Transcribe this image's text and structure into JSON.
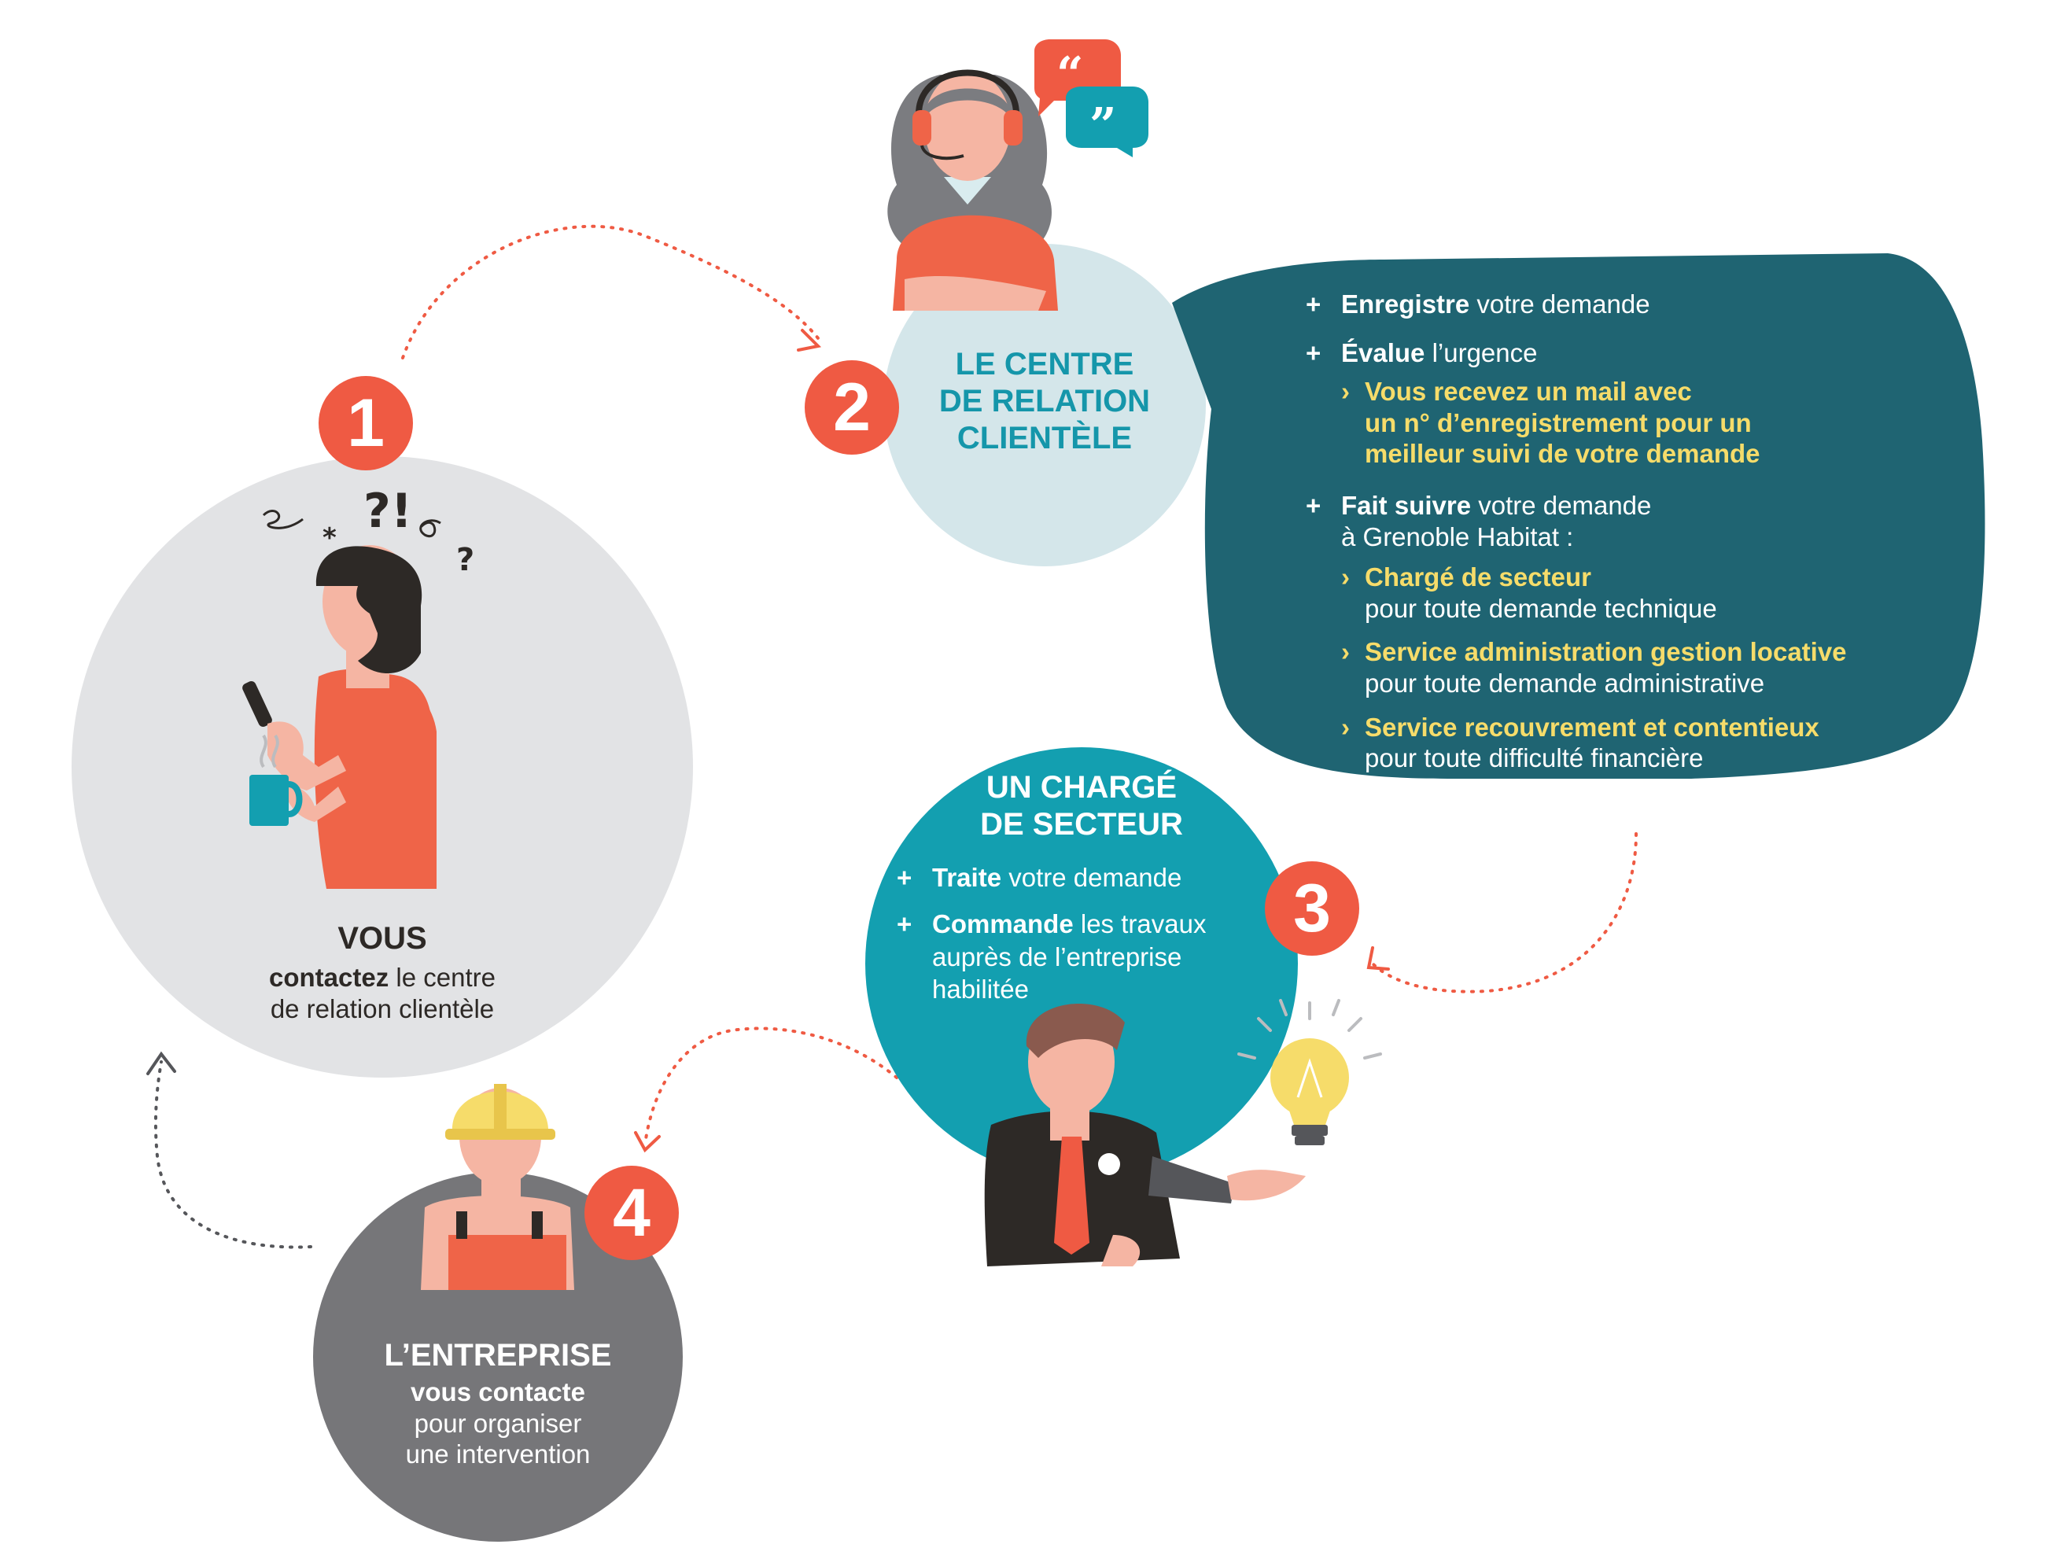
{
  "colors": {
    "orange": "#ef5a43",
    "teal_light": "#d4e6ea",
    "teal": "#139fb0",
    "teal_dark": "#1f6472",
    "grey_light": "#e2e3e5",
    "grey_dark": "#767679",
    "yellow": "#f6dc6a",
    "title_teal": "#1596aa"
  },
  "step1": {
    "number": "1",
    "title": "VOUS",
    "line1_bold": "contactez",
    "line1_rest": " le centre",
    "line2": "de relation clientèle",
    "icon": "person-with-phone-and-mug-icon"
  },
  "step2": {
    "number": "2",
    "title_lines": [
      "LE CENTRE",
      "DE RELATION",
      "CLIENTÈLE"
    ],
    "icon": "call-center-agent-icon",
    "bubble": {
      "items": [
        {
          "bold": "Enregistre",
          "rest": " votre demande"
        },
        {
          "bold": "Évalue",
          "rest": " l’urgence",
          "subs": [
            {
              "yellow": [
                "Vous recevez un mail avec",
                "un n° d’enregistrement pour un",
                "meilleur suivi de votre demande"
              ]
            }
          ]
        },
        {
          "bold": "Fait suivre",
          "rest": " votre demande",
          "rest2": "à Grenoble Habitat :",
          "subs": [
            {
              "yellow": [
                "Chargé de secteur"
              ],
              "plain": "pour toute demande technique"
            },
            {
              "yellow": [
                "Service administration gestion locative"
              ],
              "plain": "pour toute demande administrative"
            },
            {
              "yellow": [
                "Service recouvrement et contentieux"
              ],
              "plain": "pour toute difficulté financière"
            }
          ]
        }
      ]
    }
  },
  "step3": {
    "number": "3",
    "title_lines": [
      "UN CHARGÉ",
      "DE SECTEUR"
    ],
    "item1_bold": "Traite",
    "item1_rest": " votre demande",
    "item2_bold": "Commande",
    "item2_rest": " les travaux",
    "item2_line2": "auprès de l’entreprise",
    "item2_line3": "habilitée",
    "icon": "sector-manager-with-lightbulb-icon"
  },
  "step4": {
    "number": "4",
    "title": "L’ENTREPRISE",
    "line1": "vous contacte",
    "line2": "pour organiser",
    "line3": "une intervention",
    "icon": "construction-worker-icon"
  },
  "plus_glyph": "+",
  "chevron_glyph": "›"
}
